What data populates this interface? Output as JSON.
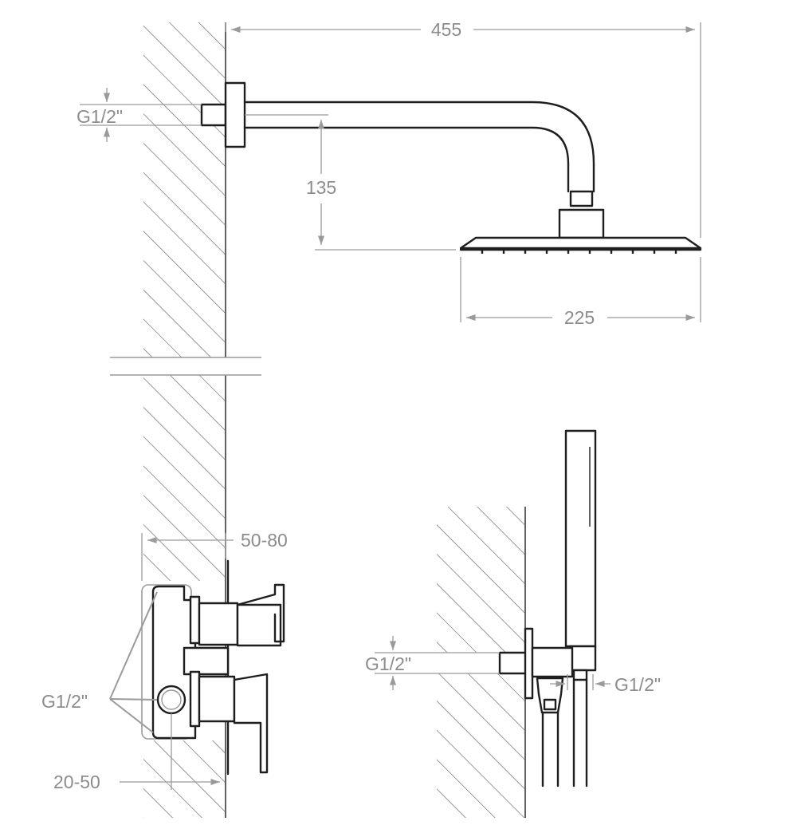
{
  "title": "",
  "dimensions": {
    "total_reach": "455",
    "arm_drop": "135",
    "head_width": "225",
    "mixer_depth": "50-80",
    "mixer_offset": "20-50"
  },
  "threads": {
    "arm_inlet": "G1/2\"",
    "mixer_inlet": "G1/2\"",
    "handset_inlet": "G1/2\"",
    "handset_outlet": "G1/2\""
  },
  "colors": {
    "line": "#1e1e1e",
    "dimension": "#9a9a9a",
    "hatch": "#6e6e6e",
    "background": "#ffffff"
  }
}
